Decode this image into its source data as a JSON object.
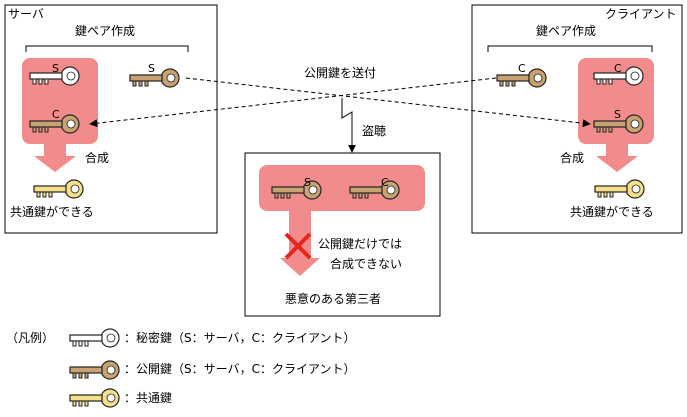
{
  "server": {
    "title": "サーバ",
    "keypair_label": "鍵ペア作成",
    "combine_label": "合成",
    "shared_label": "共通鍵ができる",
    "private_letter": "S",
    "public_letter": "S",
    "received_letter": "C"
  },
  "client": {
    "title": "クライアント",
    "keypair_label": "鍵ペア作成",
    "combine_label": "合成",
    "shared_label": "共通鍵ができる",
    "private_letter": "C",
    "public_letter": "C",
    "received_letter": "S"
  },
  "exchange": {
    "send_label": "公開鍵を送付",
    "eavesdrop_label": "盗聴"
  },
  "attacker": {
    "title": "悪意のある第三者",
    "key1_letter": "S",
    "key2_letter": "C",
    "fail_line1": "公開鍵だけでは",
    "fail_line2": "合成できない"
  },
  "legend": {
    "heading": "（凡例）",
    "private": "：秘密鍵（S：サーバ，C：クライアント）",
    "public": "：公開鍵（S：サーバ，C：クライアント）",
    "shared": "：共通鍵"
  },
  "colors": {
    "private_key": "#ffffff",
    "public_key": "#c8a272",
    "shared_key": "#f5e08a",
    "highlight": "#f28b8b",
    "arrow": "#f28b8b",
    "cross": "#e8241c"
  }
}
